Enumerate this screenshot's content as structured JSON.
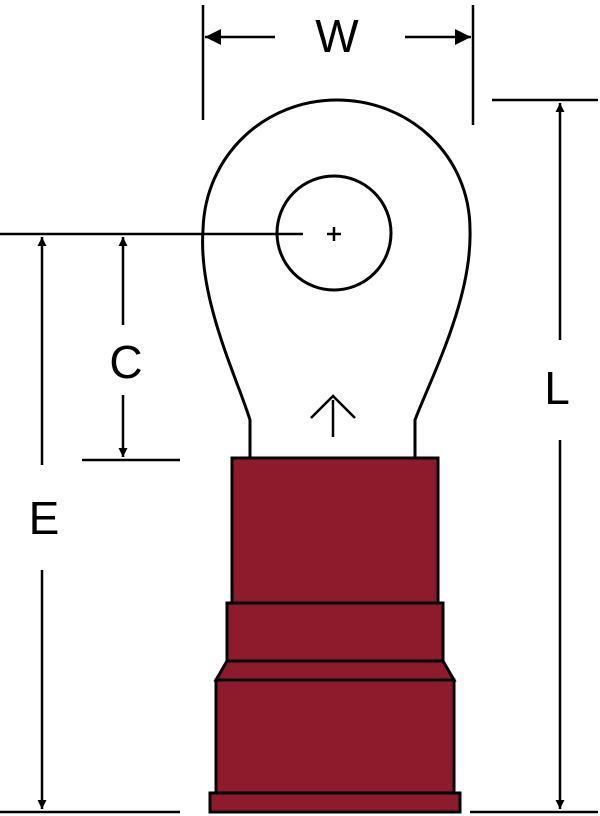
{
  "labels": {
    "width": "W",
    "length": "L",
    "center": "C",
    "edge": "E"
  },
  "colors": {
    "line": "#000000",
    "insulation": "#8e1b2c",
    "metal": "#ffffff",
    "background": "#ffffff"
  },
  "icons": {
    "center_mark": "plus-icon",
    "direction_mark": "up-arrow-icon"
  }
}
